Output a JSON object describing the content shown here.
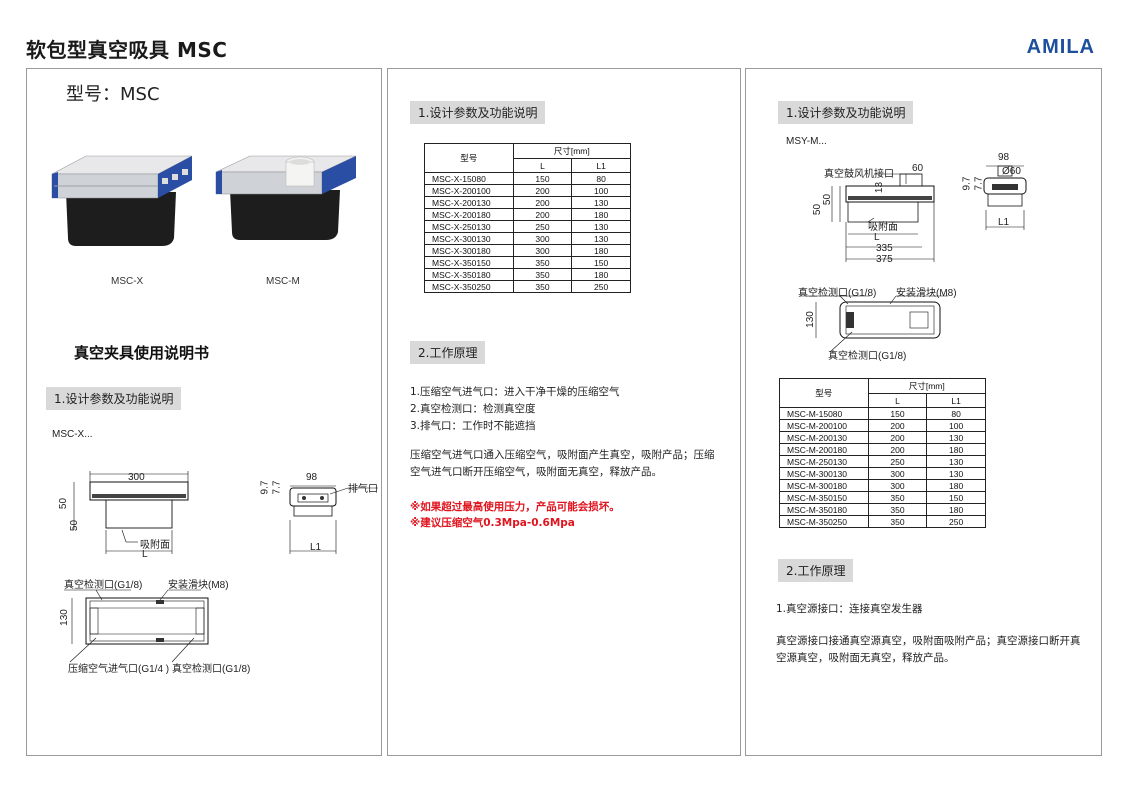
{
  "header": {
    "title": "软包型真空吸具 MSC",
    "brand": "AMILA"
  },
  "left": {
    "model_label": "型号：MSC",
    "image_captions": [
      "MSC-X",
      "MSC-M"
    ],
    "manual_title": "真空夹具使用说明书",
    "section1": "1.设计参数及功能说明",
    "sub_label": "MSC-X...",
    "drawing": {
      "top_width": "300",
      "h1": "50",
      "h2": "50",
      "suction": "吸附面",
      "length": "L",
      "side_width": "98",
      "side_h1": "9.7",
      "side_h2": "7.7",
      "exhaust": "排气口",
      "side_len": "L1",
      "port1": "真空检测口(G1/8)",
      "slider": "安装滑块(M8)",
      "h130": "130",
      "port2": "压缩空气进气口(G1/4 )",
      "port3": "真空检测口(G1/8)"
    }
  },
  "middle": {
    "section1": "1.设计参数及功能说明",
    "table": {
      "col_model": "型号",
      "col_size": "尺寸[mm]",
      "col_l": "L",
      "col_l1": "L1",
      "rows": [
        [
          "MSC-X-15080",
          "150",
          "80"
        ],
        [
          "MSC-X-200100",
          "200",
          "100"
        ],
        [
          "MSC-X-200130",
          "200",
          "130"
        ],
        [
          "MSC-X-200180",
          "200",
          "180"
        ],
        [
          "MSC-X-250130",
          "250",
          "130"
        ],
        [
          "MSC-X-300130",
          "300",
          "130"
        ],
        [
          "MSC-X-300180",
          "300",
          "180"
        ],
        [
          "MSC-X-350150",
          "350",
          "150"
        ],
        [
          "MSC-X-350180",
          "350",
          "180"
        ],
        [
          "MSC-X-350250",
          "350",
          "250"
        ]
      ]
    },
    "section2": "2.工作原理",
    "items": [
      "1.压缩空气进气口：进入干净干燥的压缩空气",
      "2.真空检测口：检测真空度",
      "3.排气口：工作时不能遮挡"
    ],
    "paragraph": "压缩空气进气口通入压缩空气，吸附面产生真空，吸附产品；压缩空气进气口断开压缩空气，吸附面无真空，释放产品。",
    "warn1": "※如果超过最高使用压力，产品可能会损坏。",
    "warn2": "※建议压缩空气0.3Mpa-0.6Mpa"
  },
  "right": {
    "section1": "1.设计参数及功能说明",
    "sub_label": "MSY-M...",
    "drawing": {
      "fan_port": "真空鼓风机接口",
      "d60": "60",
      "h13": "13",
      "h50a": "50",
      "h50b": "50",
      "suction": "吸附面",
      "length": "L",
      "w335": "335",
      "w375": "375",
      "side_width": "98",
      "side_dia": "Ø60",
      "side_h1": "9.7",
      "side_h2": "7.7",
      "side_len": "L1",
      "port1": "真空检测口(G1/8)",
      "slider": "安装滑块(M8)",
      "h130": "130",
      "port2": "真空检测口(G1/8)"
    },
    "table": {
      "col_model": "型号",
      "col_size": "尺寸[mm]",
      "col_l": "L",
      "col_l1": "L1",
      "rows": [
        [
          "MSC-M-15080",
          "150",
          "80"
        ],
        [
          "MSC-M-200100",
          "200",
          "100"
        ],
        [
          "MSC-M-200130",
          "200",
          "130"
        ],
        [
          "MSC-M-200180",
          "200",
          "180"
        ],
        [
          "MSC-M-250130",
          "250",
          "130"
        ],
        [
          "MSC-M-300130",
          "300",
          "130"
        ],
        [
          "MSC-M-300180",
          "300",
          "180"
        ],
        [
          "MSC-M-350150",
          "350",
          "150"
        ],
        [
          "MSC-M-350180",
          "350",
          "180"
        ],
        [
          "MSC-M-350250",
          "350",
          "250"
        ]
      ]
    },
    "section2": "2.工作原理",
    "item": "1.真空源接口：连接真空发生器",
    "paragraph": "真空源接口接通真空源真空，吸附面吸附产品；真空源接口断开真空源真空，吸附面无真空，释放产品。"
  }
}
